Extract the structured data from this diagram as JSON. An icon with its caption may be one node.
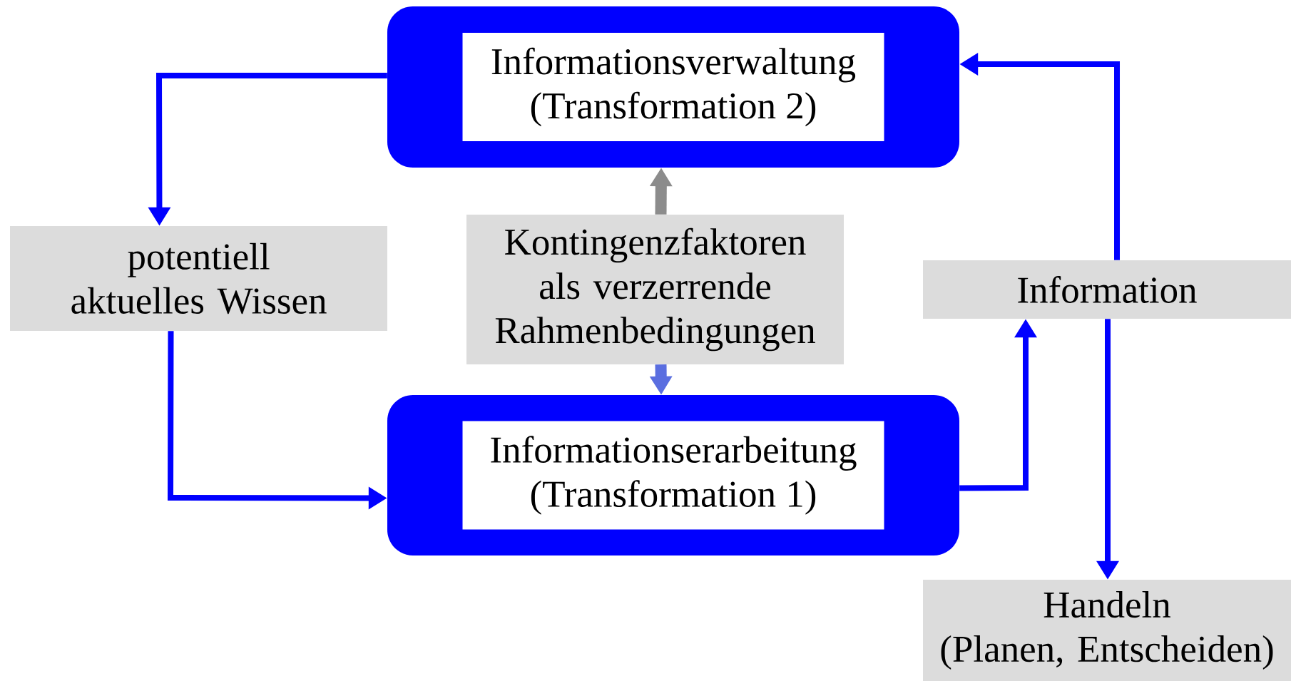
{
  "diagram": {
    "nodes": [
      {
        "text": [
          "Informationsverwaltung (Transformation 2)"
        ]
      },
      {
        "text": [
          "potentiell aktuelles Wissen"
        ]
      },
      {
        "text": [
          "Kontingenzfaktoren als verzerrende Rahmenbedingungen"
        ]
      },
      {
        "text": [
          "Information"
        ]
      },
      {
        "text": [
          "Informationserarbeitung (Transformation 1)"
        ]
      },
      {
        "text": [
          "Handeln",
          "(Planen, Entscheiden)"
        ]
      }
    ],
    "edges": [
      {
        "from": 0,
        "to": 1,
        "arrow": "to"
      },
      {
        "from": 1,
        "to": 4,
        "arrow": "to"
      },
      {
        "from": 2,
        "to": 0,
        "arrow": "to",
        "style": "thick",
        "color": "#8c8c8c"
      },
      {
        "from": 2,
        "to": 4,
        "arrow": "to",
        "style": "thick",
        "color": "#5a6ee0"
      },
      {
        "from": 4,
        "to": 3,
        "arrow": "to"
      },
      {
        "from": 3,
        "to": 0,
        "arrow": "to"
      },
      {
        "from": 3,
        "to": 5,
        "arrow": "to"
      }
    ]
  }
}
